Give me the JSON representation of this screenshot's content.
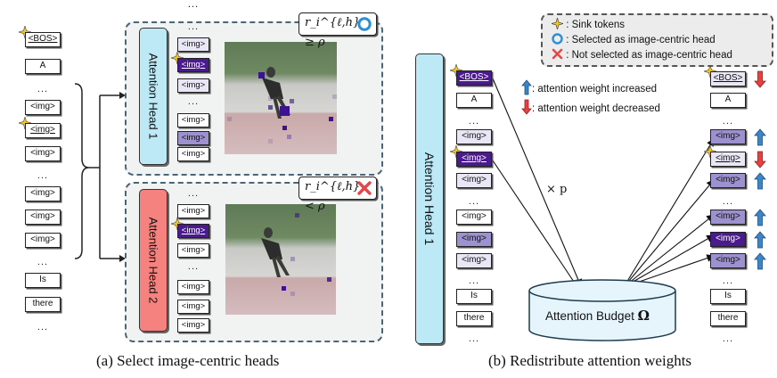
{
  "panel_a": {
    "caption": "(a) Select image-centric heads",
    "input_tokens": [
      "<BOS>",
      "A",
      "...",
      "<img>",
      "<img>",
      "<img>",
      "...",
      "<img>",
      "<img>",
      "<img>",
      "...",
      "Is",
      "there",
      "..."
    ],
    "ellipsis": "...",
    "head1": {
      "label": "Attention Head 1",
      "color": "#bde8f6",
      "condition": "r_i^{ℓ,h} ≥ ρ",
      "condition_icon": "selected-ring-icon",
      "tokens": [
        "<img>",
        "<img>",
        "<img>",
        "<img>",
        "<img>",
        "<img>"
      ],
      "token_levels": [
        1,
        3,
        1,
        0,
        2,
        0
      ]
    },
    "head2": {
      "label": "Attention Head 2",
      "color": "#f5827f",
      "condition": "r_i^{ℓ,h} < ρ",
      "condition_icon": "not-selected-x-icon",
      "tokens": [
        "<img>",
        "<img>",
        "<img>",
        "<img>",
        "<img>",
        "<img>"
      ],
      "token_levels": [
        0,
        3,
        0,
        0,
        0,
        0
      ]
    }
  },
  "panel_b": {
    "caption": "(b) Redistribute attention weights",
    "head_label": "Attention Head 1",
    "head_color": "#bde8f6",
    "left_tokens": [
      "<BOS>",
      "A",
      "...",
      "<img>",
      "<img>",
      "<img>",
      "...",
      "<img>",
      "<img>",
      "<img>",
      "...",
      "Is",
      "there",
      "..."
    ],
    "multiplier": "× p",
    "budget_label": "Attention Budget",
    "budget_symbol": "Ω",
    "right_tokens": [
      "<BOS>",
      "A",
      "...",
      "<img>",
      "<img>",
      "<img>",
      "...",
      "<img>",
      "<img>",
      "<img>",
      "...",
      "Is",
      "there",
      "..."
    ],
    "right_changes": [
      "decreased",
      "",
      "",
      "increased",
      "decreased",
      "increased",
      "",
      "increased",
      "increased",
      "increased",
      "",
      "",
      "",
      ""
    ]
  },
  "legend": {
    "sink": "Sink tokens",
    "selected": "Selected as image-centric head",
    "not_selected": "Not selected as image-centric head",
    "increased": "attention weight increased",
    "decreased": "attention weight decreased",
    "separator": ":"
  },
  "colors": {
    "star": "#f5c518",
    "ring": "#2b8fd6",
    "cross": "#e5464a",
    "up_arrow": "#3a86c8",
    "down_arrow": "#e8403f",
    "token_light": "#e9e6f5",
    "token_mid": "#9d92cf",
    "token_dark": "#4b1a8f"
  }
}
